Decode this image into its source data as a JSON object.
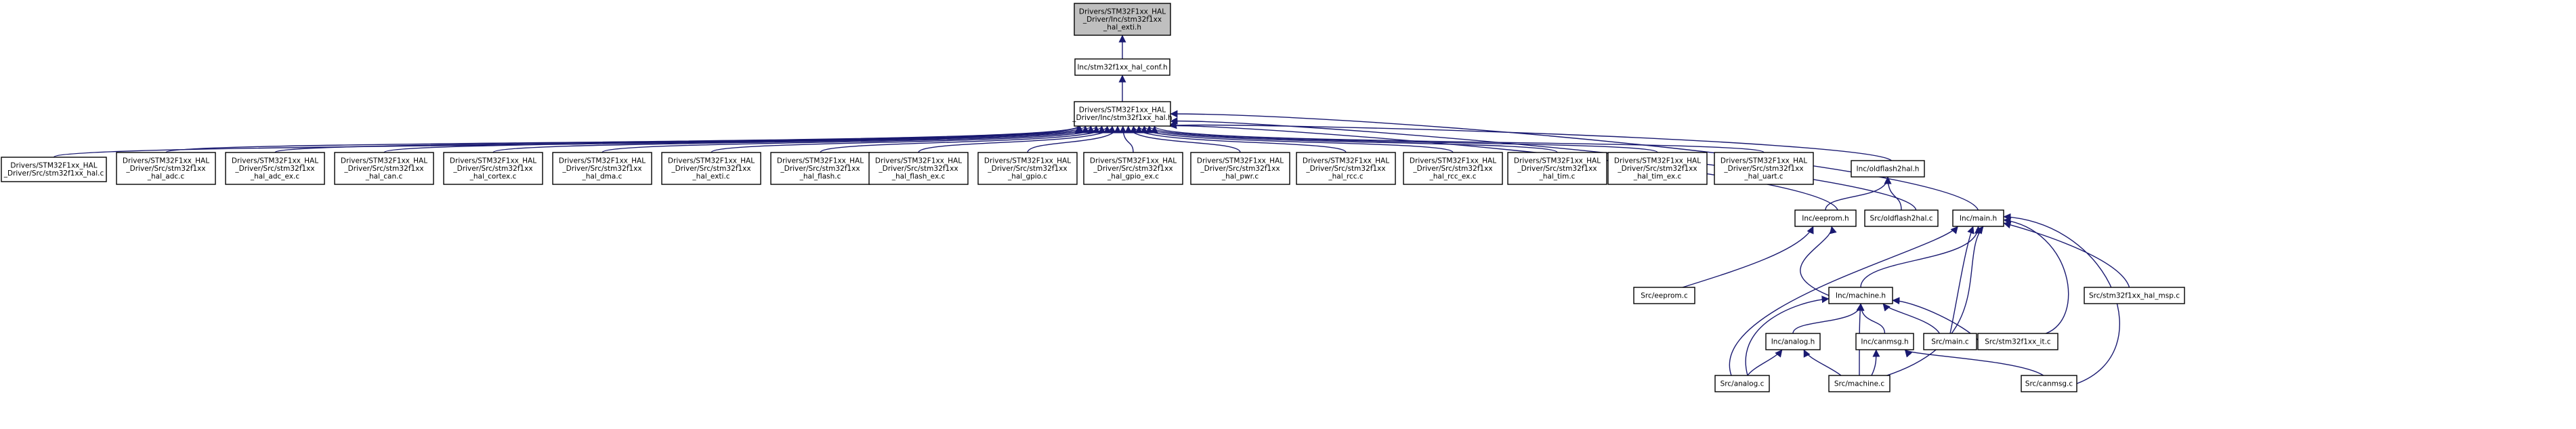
{
  "graph": {
    "edge_color": "#191970",
    "root_fill": "#bfbfbf",
    "nodes": [
      {
        "id": "hal_exti_h",
        "lines": [
          "Drivers/STM32F1xx_HAL",
          "_Driver/Inc/stm32f1xx",
          "_hal_exti.h"
        ],
        "root": true,
        "link": false
      },
      {
        "id": "hal_conf_h",
        "lines": [
          "Inc/stm32f1xx_hal_conf.h"
        ],
        "link": true
      },
      {
        "id": "hal_h",
        "lines": [
          "Drivers/STM32F1xx_HAL",
          "_Driver/Inc/stm32f1xx_hal.h"
        ],
        "link": true
      },
      {
        "id": "hal_c",
        "lines": [
          "Drivers/STM32F1xx_HAL",
          "_Driver/Src/stm32f1xx_hal.c"
        ],
        "link": true
      },
      {
        "id": "hal_adc_c",
        "lines": [
          "Drivers/STM32F1xx_HAL",
          "_Driver/Src/stm32f1xx",
          "_hal_adc.c"
        ],
        "link": true
      },
      {
        "id": "hal_adc_ex_c",
        "lines": [
          "Drivers/STM32F1xx_HAL",
          "_Driver/Src/stm32f1xx",
          "_hal_adc_ex.c"
        ],
        "link": true
      },
      {
        "id": "hal_can_c",
        "lines": [
          "Drivers/STM32F1xx_HAL",
          "_Driver/Src/stm32f1xx",
          "_hal_can.c"
        ],
        "link": true
      },
      {
        "id": "hal_cortex_c",
        "lines": [
          "Drivers/STM32F1xx_HAL",
          "_Driver/Src/stm32f1xx",
          "_hal_cortex.c"
        ],
        "link": true
      },
      {
        "id": "hal_dma_c",
        "lines": [
          "Drivers/STM32F1xx_HAL",
          "_Driver/Src/stm32f1xx",
          "_hal_dma.c"
        ],
        "link": true
      },
      {
        "id": "hal_exti_c",
        "lines": [
          "Drivers/STM32F1xx_HAL",
          "_Driver/Src/stm32f1xx",
          "_hal_exti.c"
        ],
        "link": true
      },
      {
        "id": "hal_flash_c",
        "lines": [
          "Drivers/STM32F1xx_HAL",
          "_Driver/Src/stm32f1xx",
          "_hal_flash.c"
        ],
        "link": true
      },
      {
        "id": "hal_flash_ex_c",
        "lines": [
          "Drivers/STM32F1xx_HAL",
          "_Driver/Src/stm32f1xx",
          "_hal_flash_ex.c"
        ],
        "link": true
      },
      {
        "id": "hal_gpio_c",
        "lines": [
          "Drivers/STM32F1xx_HAL",
          "_Driver/Src/stm32f1xx",
          "_hal_gpio.c"
        ],
        "link": true
      },
      {
        "id": "hal_gpio_ex_c",
        "lines": [
          "Drivers/STM32F1xx_HAL",
          "_Driver/Src/stm32f1xx",
          "_hal_gpio_ex.c"
        ],
        "link": true
      },
      {
        "id": "hal_pwr_c",
        "lines": [
          "Drivers/STM32F1xx_HAL",
          "_Driver/Src/stm32f1xx",
          "_hal_pwr.c"
        ],
        "link": true
      },
      {
        "id": "hal_rcc_c",
        "lines": [
          "Drivers/STM32F1xx_HAL",
          "_Driver/Src/stm32f1xx",
          "_hal_rcc.c"
        ],
        "link": true
      },
      {
        "id": "hal_rcc_ex_c",
        "lines": [
          "Drivers/STM32F1xx_HAL",
          "_Driver/Src/stm32f1xx",
          "_hal_rcc_ex.c"
        ],
        "link": true
      },
      {
        "id": "hal_tim_c",
        "lines": [
          "Drivers/STM32F1xx_HAL",
          "_Driver/Src/stm32f1xx",
          "_hal_tim.c"
        ],
        "link": true
      },
      {
        "id": "hal_tim_ex_c",
        "lines": [
          "Drivers/STM32F1xx_HAL",
          "_Driver/Src/stm32f1xx",
          "_hal_tim_ex.c"
        ],
        "link": true
      },
      {
        "id": "hal_uart_c",
        "lines": [
          "Drivers/STM32F1xx_HAL",
          "_Driver/Src/stm32f1xx",
          "_hal_uart.c"
        ],
        "link": true
      },
      {
        "id": "oldflash2hal_h",
        "lines": [
          "Inc/oldflash2hal.h"
        ],
        "link": true
      },
      {
        "id": "eeprom_h",
        "lines": [
          "Inc/eeprom.h"
        ],
        "link": true
      },
      {
        "id": "oldflash2hal_c",
        "lines": [
          "Src/oldflash2hal.c"
        ],
        "link": true
      },
      {
        "id": "main_h",
        "lines": [
          "Inc/main.h"
        ],
        "link": true
      },
      {
        "id": "eeprom_c",
        "lines": [
          "Src/eeprom.c"
        ],
        "link": true
      },
      {
        "id": "machine_h",
        "lines": [
          "Inc/machine.h"
        ],
        "link": true
      },
      {
        "id": "hal_msp_c",
        "lines": [
          "Src/stm32f1xx_hal_msp.c"
        ],
        "link": true
      },
      {
        "id": "analog_h",
        "lines": [
          "Inc/analog.h"
        ],
        "link": true
      },
      {
        "id": "canmsg_h",
        "lines": [
          "Inc/canmsg.h"
        ],
        "link": true
      },
      {
        "id": "main_c",
        "lines": [
          "Src/main.c"
        ],
        "link": true
      },
      {
        "id": "it_c",
        "lines": [
          "Src/stm32f1xx_it.c"
        ],
        "link": true
      },
      {
        "id": "analog_c",
        "lines": [
          "Src/analog.c"
        ],
        "link": true
      },
      {
        "id": "machine_c",
        "lines": [
          "Src/machine.c"
        ],
        "link": true
      },
      {
        "id": "canmsg_c",
        "lines": [
          "Src/canmsg.c"
        ],
        "link": true
      }
    ],
    "edges": [
      [
        "hal_conf_h",
        "hal_exti_h"
      ],
      [
        "hal_h",
        "hal_conf_h"
      ],
      [
        "hal_c",
        "hal_h"
      ],
      [
        "hal_adc_c",
        "hal_h"
      ],
      [
        "hal_adc_ex_c",
        "hal_h"
      ],
      [
        "hal_can_c",
        "hal_h"
      ],
      [
        "hal_cortex_c",
        "hal_h"
      ],
      [
        "hal_dma_c",
        "hal_h"
      ],
      [
        "hal_exti_c",
        "hal_h"
      ],
      [
        "hal_flash_c",
        "hal_h"
      ],
      [
        "hal_flash_ex_c",
        "hal_h"
      ],
      [
        "hal_gpio_c",
        "hal_h"
      ],
      [
        "hal_gpio_ex_c",
        "hal_h"
      ],
      [
        "hal_pwr_c",
        "hal_h"
      ],
      [
        "hal_rcc_c",
        "hal_h"
      ],
      [
        "hal_rcc_ex_c",
        "hal_h"
      ],
      [
        "hal_tim_c",
        "hal_h"
      ],
      [
        "hal_tim_ex_c",
        "hal_h"
      ],
      [
        "hal_uart_c",
        "hal_h"
      ],
      [
        "oldflash2hal_h",
        "hal_h"
      ],
      [
        "eeprom_h",
        "hal_h"
      ],
      [
        "oldflash2hal_c",
        "hal_h"
      ],
      [
        "main_h",
        "hal_h"
      ],
      [
        "eeprom_h",
        "oldflash2hal_h"
      ],
      [
        "oldflash2hal_c",
        "oldflash2hal_h"
      ],
      [
        "eeprom_c",
        "eeprom_h"
      ],
      [
        "machine_h",
        "eeprom_h"
      ],
      [
        "machine_h",
        "main_h"
      ],
      [
        "hal_msp_c",
        "main_h"
      ],
      [
        "main_c",
        "main_h"
      ],
      [
        "it_c",
        "main_h"
      ],
      [
        "analog_c",
        "main_h"
      ],
      [
        "machine_c",
        "main_h"
      ],
      [
        "canmsg_c",
        "main_h"
      ],
      [
        "analog_h",
        "machine_h"
      ],
      [
        "canmsg_h",
        "machine_h"
      ],
      [
        "main_c",
        "machine_h"
      ],
      [
        "it_c",
        "machine_h"
      ],
      [
        "machine_c",
        "machine_h"
      ],
      [
        "analog_c",
        "machine_h"
      ],
      [
        "analog_c",
        "analog_h"
      ],
      [
        "machine_c",
        "analog_h"
      ],
      [
        "machine_c",
        "canmsg_h"
      ],
      [
        "canmsg_c",
        "canmsg_h"
      ]
    ]
  }
}
